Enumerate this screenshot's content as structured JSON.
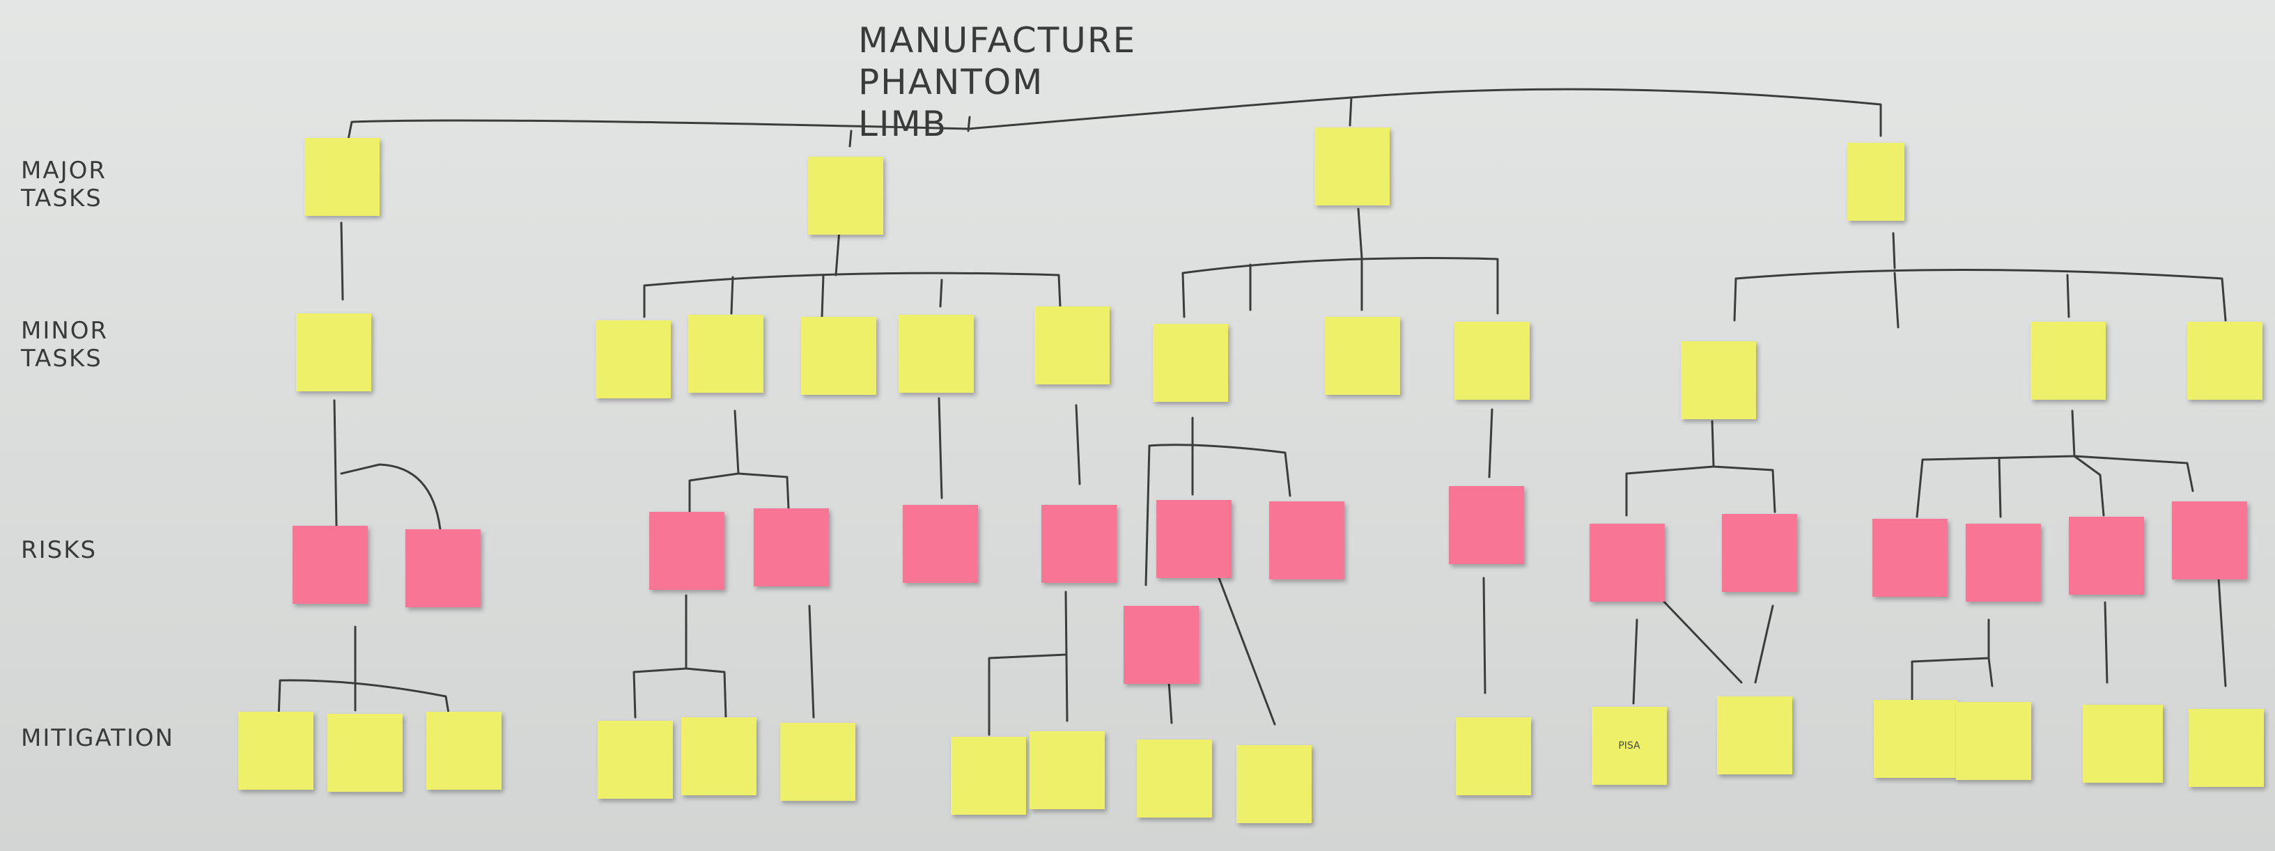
{
  "title": {
    "line1": "MANUFACTURE",
    "line2": "PHANTOM LIMB"
  },
  "row_labels": {
    "major": {
      "line1": "MAJOR",
      "line2": "TASKS"
    },
    "minor": {
      "line1": "MINOR",
      "line2": "TASKS"
    },
    "risks": {
      "line1": "RISKS"
    },
    "mitigation": {
      "line1": "MITIGATION"
    }
  },
  "colors": {
    "task_note": "#eef06a",
    "risk_note": "#f87596",
    "ink": "#3a3a3a"
  },
  "notes": {
    "major_1": "",
    "major_2": "",
    "major_3": "",
    "major_4": "",
    "minor_1": "",
    "minor_2": "",
    "minor_3": "",
    "minor_4": "",
    "minor_5": "",
    "minor_6": "",
    "minor_7": "",
    "minor_8": "",
    "minor_9": "",
    "minor_10": "",
    "minor_11": "",
    "minor_12": "",
    "minor_13": "",
    "risk_1": "",
    "risk_2": "",
    "risk_3": "",
    "risk_4": "",
    "risk_5": "",
    "risk_6": "",
    "risk_7": "",
    "risk_8": "",
    "risk_9": "",
    "risk_10": "",
    "risk_11": "",
    "risk_12": "",
    "risk_13": "",
    "risk_14": "",
    "risk_15": "",
    "risk_16": "",
    "mit_1": "",
    "mit_2": "",
    "mit_3": "",
    "mit_4": "",
    "mit_5": "",
    "mit_6": "",
    "mit_7": "",
    "mit_8": "",
    "mit_9": "",
    "mit_10": "",
    "mit_11": "",
    "mit_12": "",
    "mit_13": "",
    "mit_14": "",
    "mit_15": "",
    "mit_16": "",
    "mit_17": "",
    "pisa": "PISA"
  }
}
